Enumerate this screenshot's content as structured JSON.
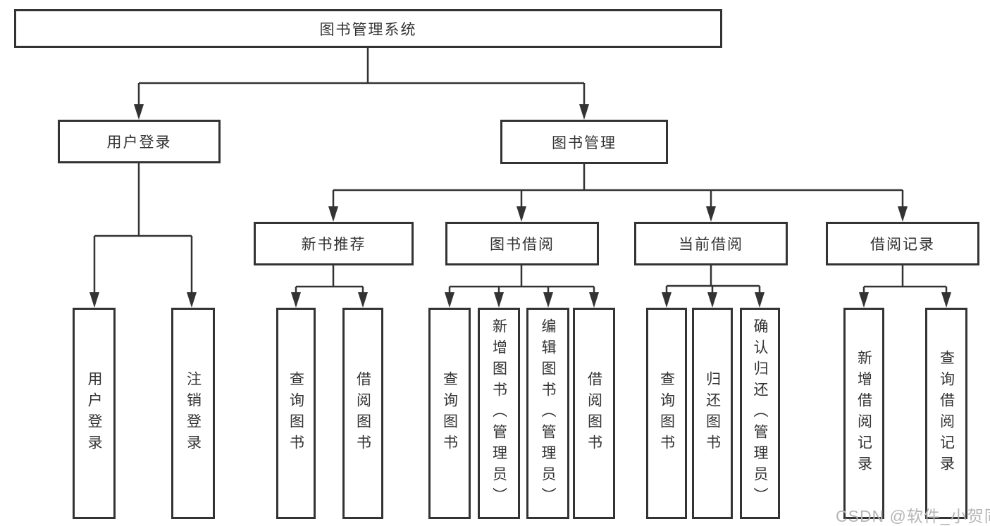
{
  "colors": {
    "line": "#333333",
    "box_border": "#333333",
    "box_background": "#ffffff",
    "text": "#333333",
    "watermark": "#b5b5b5"
  },
  "watermark": {
    "text": "CSDN @软件_小贺同学"
  },
  "tree": {
    "root": "图书管理系统",
    "branches": [
      {
        "label": "用户登录",
        "children": [
          "用户登录",
          "注销登录"
        ]
      },
      {
        "label": "图书管理",
        "children": [
          {
            "label": "新书推荐",
            "children": [
              "查询图书",
              "借阅图书"
            ]
          },
          {
            "label": "图书借阅",
            "children": [
              "查询图书",
              "新增图书（管理员）",
              "编辑图书（管理员）",
              "借阅图书"
            ]
          },
          {
            "label": "当前借阅",
            "children": [
              "查询图书",
              "归还图书",
              "确认归还（管理员）"
            ]
          },
          {
            "label": "借阅记录",
            "children": [
              "新增借阅记录",
              "查询借阅记录"
            ]
          }
        ]
      }
    ]
  }
}
